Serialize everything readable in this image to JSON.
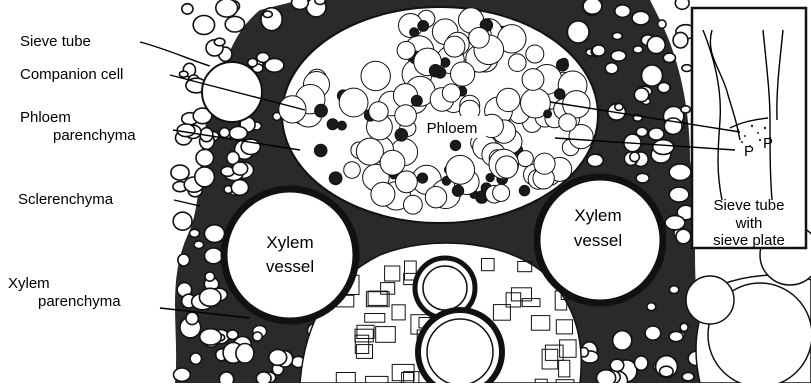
{
  "diagram": {
    "labels": {
      "sieve_tube": "Sieve tube",
      "companion_cell": "Companion cell",
      "phloem_parenchyma_1": "Phloem",
      "phloem_parenchyma_2": "parenchyma",
      "sclerenchyma": "Sclerenchyma",
      "xylem_parenchyma_1": "Xylem",
      "xylem_parenchyma_2": "parenchyma",
      "phloem": "Phloem",
      "xylem_vessel_left_1": "Xylem",
      "xylem_vessel_left_2": "vessel",
      "xylem_vessel_right_1": "Xylem",
      "xylem_vessel_right_2": "vessel"
    },
    "inset": {
      "caption_1": "Sieve tube",
      "caption_2": "with",
      "caption_3": "sieve plate",
      "p_left": "P",
      "p_right": "P"
    }
  }
}
